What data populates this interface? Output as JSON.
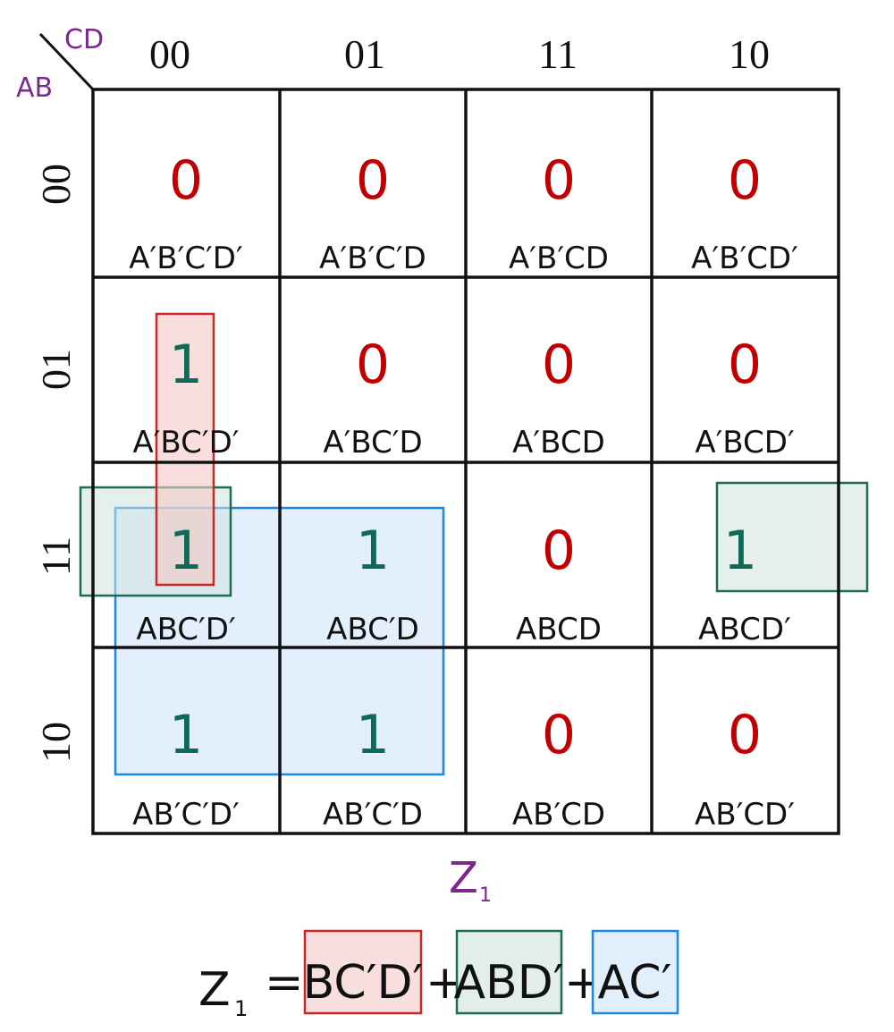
{
  "corner": {
    "row_var": "AB",
    "col_var": "CD"
  },
  "col_headers": [
    "00",
    "01",
    "11",
    "10"
  ],
  "row_headers": [
    "00",
    "01",
    "11",
    "10"
  ],
  "cells": [
    [
      {
        "v": "0",
        "t": "A′B′C′D′"
      },
      {
        "v": "0",
        "t": "A′B′C′D"
      },
      {
        "v": "0",
        "t": "A′B′CD"
      },
      {
        "v": "0",
        "t": "A′B′CD′"
      }
    ],
    [
      {
        "v": "1",
        "t": "A′BC′D′"
      },
      {
        "v": "0",
        "t": "A′BC′D"
      },
      {
        "v": "0",
        "t": "A′BCD"
      },
      {
        "v": "0",
        "t": "A′BCD′"
      }
    ],
    [
      {
        "v": "1",
        "t": "ABC′D′"
      },
      {
        "v": "1",
        "t": "ABC′D"
      },
      {
        "v": "0",
        "t": "ABCD"
      },
      {
        "v": "1",
        "t": "ABCD′"
      }
    ],
    [
      {
        "v": "1",
        "t": "AB′C′D′"
      },
      {
        "v": "1",
        "t": "AB′C′D"
      },
      {
        "v": "0",
        "t": "AB′CD"
      },
      {
        "v": "0",
        "t": "AB′CD′"
      }
    ]
  ],
  "function_label": {
    "name": "Z",
    "subscript": "1"
  },
  "equation": {
    "lhs": "Z",
    "lhs_sub": "1",
    "equals": "=",
    "plus": "+",
    "terms": [
      "BC′D′",
      "ABD′",
      "AC′"
    ]
  },
  "colors": {
    "zero": "#c00000",
    "one": "#0d6b55",
    "red_group": "#c62828",
    "green_group": "#1e6b52",
    "blue_group": "#1e88e5",
    "purple": "#7a2a8a"
  }
}
